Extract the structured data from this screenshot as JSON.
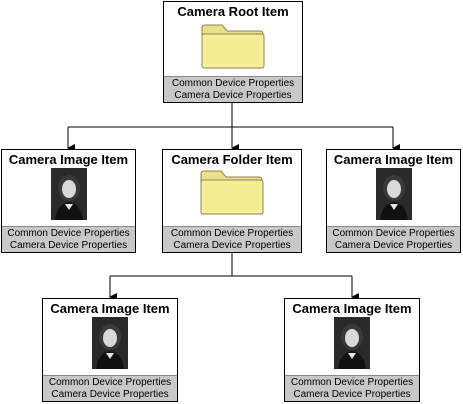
{
  "root": {
    "title": "Camera Root Item",
    "icon": "folder-icon",
    "footer": [
      "Common Device Properties",
      "Camera Device Properties"
    ]
  },
  "level1": [
    {
      "title": "Camera Image Item",
      "icon": "photo-icon",
      "footer": [
        "Common Device Properties",
        "Camera Device Properties"
      ]
    },
    {
      "title": "Camera Folder Item",
      "icon": "folder-icon",
      "footer": [
        "Common Device Properties",
        "Camera Device Properties"
      ]
    },
    {
      "title": "Camera Image Item",
      "icon": "photo-icon",
      "footer": [
        "Common Device Properties",
        "Camera Device Properties"
      ]
    }
  ],
  "level2": [
    {
      "title": "Camera Image Item",
      "icon": "photo-icon",
      "footer": [
        "Common Device Properties",
        "Camera Device Properties"
      ]
    },
    {
      "title": "Camera Image Item",
      "icon": "photo-icon",
      "footer": [
        "Common Device Properties",
        "Camera Device Properties"
      ]
    }
  ],
  "colors": {
    "footer_bg": "#c8c8c8",
    "folder_fill": "#f6ef9a",
    "folder_stroke": "#8c8450",
    "photo_bg": "#2a2a2a"
  }
}
